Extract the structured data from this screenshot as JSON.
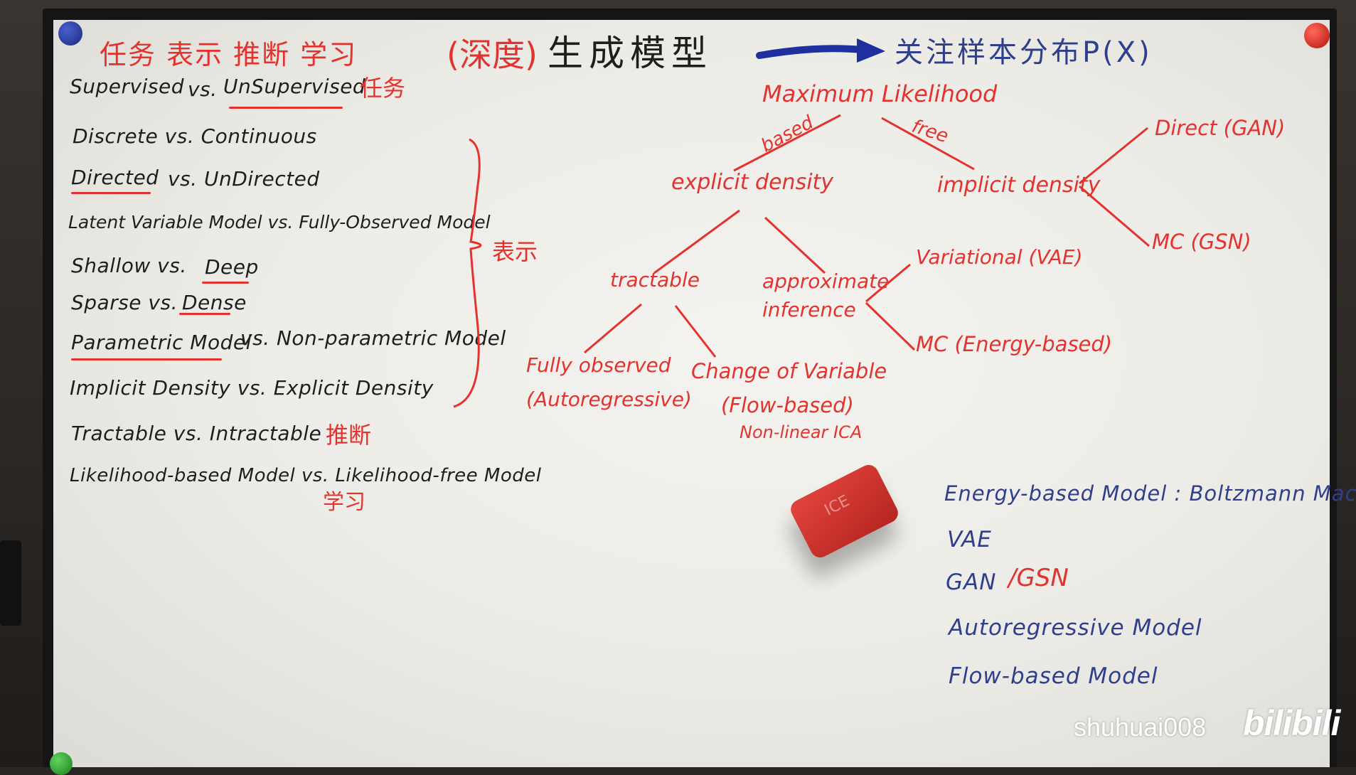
{
  "header": {
    "left_title": "任务 表示 推断 学习",
    "main_title_prefix": "(深度)",
    "main_title": "生成模型",
    "subtitle": "关注样本分布P(X)"
  },
  "left_list": {
    "row1": {
      "a": "Supervised",
      "vs": "vs.",
      "b": "UnSupervised",
      "tag": "任务"
    },
    "row2": "Discrete   vs. Continuous",
    "row3": {
      "a": "Directed",
      "rest": "vs. UnDirected"
    },
    "row4": "Latent Variable Model vs. Fully-Observed Model",
    "row5": {
      "a": "Shallow   vs.",
      "b": "Deep"
    },
    "row6": {
      "a": "Sparse   vs.",
      "b": "Dense"
    },
    "row7": {
      "a": "Parametric Model",
      "rest": "vs. Non-parametric Model"
    },
    "row8": "Implicit Density   vs. Explicit Density",
    "row9": {
      "a": "Tractable  vs. Intractable",
      "tag": "推断"
    },
    "row10": {
      "a": "Likelihood-based Model  vs. Likelihood-free Model",
      "tag": "学习"
    },
    "brace_label": "表示"
  },
  "tree": {
    "root": "Maximum Likelihood",
    "edge_left": "based",
    "edge_right": "free",
    "explicit": "explicit density",
    "implicit": "implicit density",
    "direct": "Direct (GAN)",
    "mc_gsn": "MC (GSN)",
    "tractable": "tractable",
    "approx1": "approximate",
    "approx2": "inference",
    "variational": "Variational (VAE)",
    "mc_energy": "MC (Energy-based)",
    "fully1": "Fully observed",
    "fully2": "(Autoregressive)",
    "change1": "Change of Variable",
    "change2": "(Flow-based)",
    "change3": "Non-linear ICA"
  },
  "model_list": {
    "energy": "Energy-based Model : Boltzmann Machine",
    "vae": "VAE",
    "gan": "GAN",
    "gsn": "/GSN",
    "auto": "Autoregressive  Model",
    "flow": "Flow-based  Model"
  },
  "watermark": {
    "user": "shuhuai008",
    "logo": "bilibili"
  },
  "colors": {
    "board": "#ecebe6",
    "red_marker": "#e4322f",
    "black_marker": "#1e1e1e",
    "blue_marker": "#2f3f8c"
  }
}
